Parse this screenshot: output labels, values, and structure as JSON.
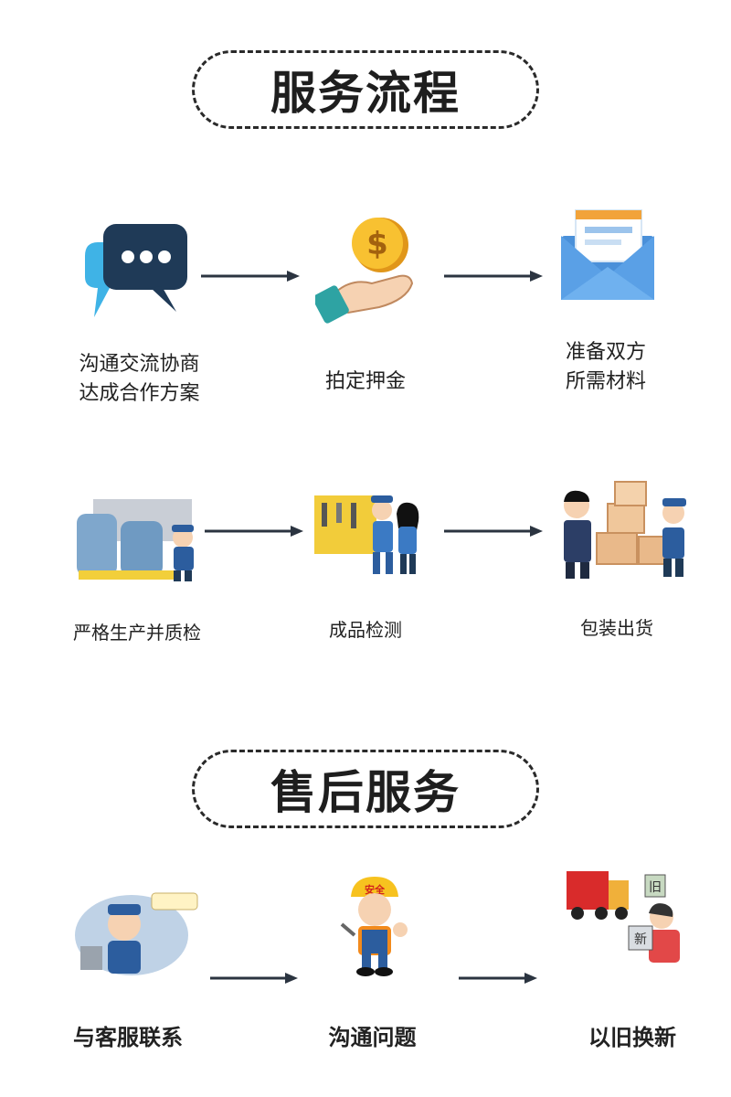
{
  "sections": [
    {
      "title": "服务流程",
      "steps": [
        {
          "lines": [
            "沟通交流协商",
            "达成合作方案"
          ]
        },
        {
          "lines": [
            "拍定押金"
          ]
        },
        {
          "lines": [
            "准备双方",
            "所需材料"
          ]
        },
        {
          "lines": [
            "严格生产并质检"
          ]
        },
        {
          "lines": [
            "成品检测"
          ]
        },
        {
          "lines": [
            "包装出货"
          ]
        }
      ]
    },
    {
      "title": "售后服务",
      "steps": [
        {
          "lines": [
            "与客服联系"
          ]
        },
        {
          "lines": [
            "沟通问题"
          ]
        },
        {
          "lines": [
            "以旧换新"
          ]
        }
      ]
    }
  ],
  "icons": {
    "chat": "chat-bubble-icon",
    "deposit": "coin-hand-icon",
    "materials": "envelope-icon",
    "production": "factory-worker-icon",
    "inspection": "inspection-workers-icon",
    "shipping": "packing-boxes-icon",
    "contact": "customer-service-icon",
    "issue": "safety-worker-icon",
    "replace": "truck-exchange-icon"
  },
  "badges": {
    "safety_helmet": "安全",
    "old_label": "旧",
    "new_label": "新"
  },
  "colors": {
    "arrow": "#2b3440",
    "accent_blue": "#4a90d9",
    "coin": "#f5b21e",
    "worker_blue": "#2c5d9e"
  }
}
